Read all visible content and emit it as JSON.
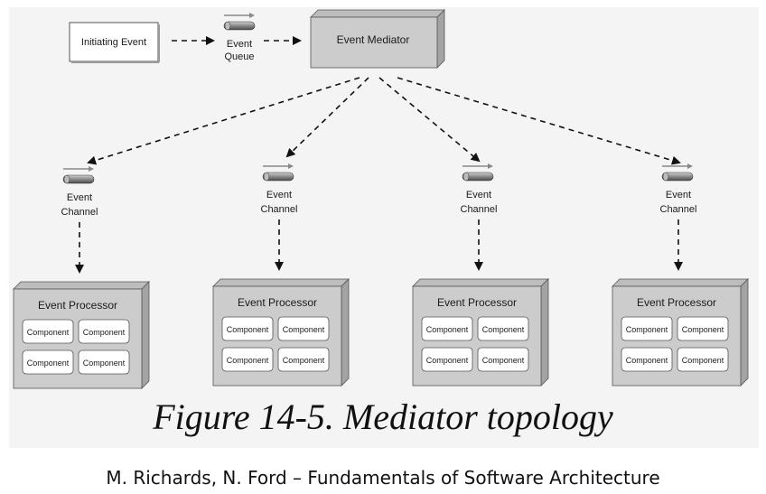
{
  "diagram": {
    "initiating_event": "Initiating Event",
    "event_queue": [
      "Event",
      "Queue"
    ],
    "event_mediator": "Event Mediator",
    "channels": [
      {
        "label": [
          "Event",
          "Channel"
        ]
      },
      {
        "label": [
          "Event",
          "Channel"
        ]
      },
      {
        "label": [
          "Event",
          "Channel"
        ]
      },
      {
        "label": [
          "Event",
          "Channel"
        ]
      }
    ],
    "processors": [
      {
        "title": "Event Processor",
        "components": [
          "Component",
          "Component",
          "Component",
          "Component"
        ]
      },
      {
        "title": "Event Processor",
        "components": [
          "Component",
          "Component",
          "Component",
          "Component"
        ]
      },
      {
        "title": "Event Processor",
        "components": [
          "Component",
          "Component",
          "Component",
          "Component"
        ]
      },
      {
        "title": "Event Processor",
        "components": [
          "Component",
          "Component",
          "Component",
          "Component"
        ]
      }
    ]
  },
  "caption": "Figure 14-5. Mediator topology",
  "credit": "M. Richards, N. Ford – Fundamentals of Software Architecture"
}
